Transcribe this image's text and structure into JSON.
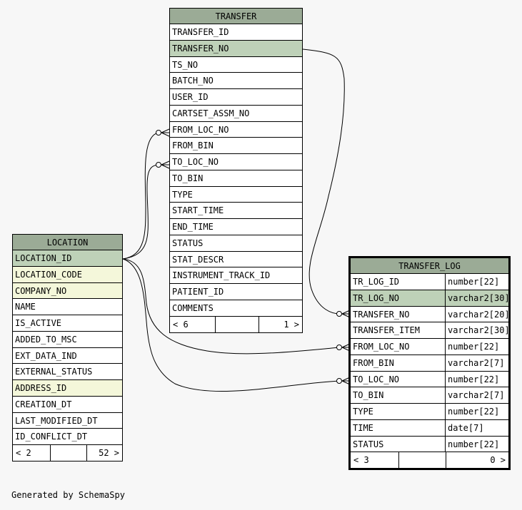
{
  "transfer": {
    "name": "TRANSFER",
    "columns": [
      {
        "name": "TRANSFER_ID"
      },
      {
        "name": "TRANSFER_NO",
        "pk": true
      },
      {
        "name": "TS_NO"
      },
      {
        "name": "BATCH_NO"
      },
      {
        "name": "USER_ID"
      },
      {
        "name": "CARTSET_ASSM_NO"
      },
      {
        "name": "FROM_LOC_NO"
      },
      {
        "name": "FROM_BIN"
      },
      {
        "name": "TO_LOC_NO"
      },
      {
        "name": "TO_BIN"
      },
      {
        "name": "TYPE"
      },
      {
        "name": "START_TIME"
      },
      {
        "name": "END_TIME"
      },
      {
        "name": "STATUS"
      },
      {
        "name": "STAT_DESCR"
      },
      {
        "name": "INSTRUMENT_TRACK_ID"
      },
      {
        "name": "PATIENT_ID"
      },
      {
        "name": "COMMENTS"
      }
    ],
    "footer": {
      "parents": "< 6",
      "middle": "",
      "children": "1 >"
    }
  },
  "location": {
    "name": "LOCATION",
    "columns": [
      {
        "name": "LOCATION_ID",
        "pk": true
      },
      {
        "name": "LOCATION_CODE",
        "indexed": true
      },
      {
        "name": "COMPANY_NO",
        "indexed": true
      },
      {
        "name": "NAME"
      },
      {
        "name": "IS_ACTIVE"
      },
      {
        "name": "ADDED_TO_MSC"
      },
      {
        "name": "EXT_DATA_IND"
      },
      {
        "name": "EXTERNAL_STATUS"
      },
      {
        "name": "ADDRESS_ID",
        "indexed": true
      },
      {
        "name": "CREATION_DT"
      },
      {
        "name": "LAST_MODIFIED_DT"
      },
      {
        "name": "ID_CONFLICT_DT"
      }
    ],
    "footer": {
      "parents": "< 2",
      "middle": "",
      "children": "52 >"
    }
  },
  "transfer_log": {
    "name": "TRANSFER_LOG",
    "columns": [
      {
        "name": "TR_LOG_ID",
        "type": "number[22]"
      },
      {
        "name": "TR_LOG_NO",
        "type": "varchar2[30]",
        "pk": true
      },
      {
        "name": "TRANSFER_NO",
        "type": "varchar2[20]"
      },
      {
        "name": "TRANSFER_ITEM",
        "type": "varchar2[30]"
      },
      {
        "name": "FROM_LOC_NO",
        "type": "number[22]"
      },
      {
        "name": "FROM_BIN",
        "type": "varchar2[7]"
      },
      {
        "name": "TO_LOC_NO",
        "type": "number[22]"
      },
      {
        "name": "TO_BIN",
        "type": "varchar2[7]"
      },
      {
        "name": "TYPE",
        "type": "number[22]"
      },
      {
        "name": "TIME",
        "type": "date[7]"
      },
      {
        "name": "STATUS",
        "type": "number[22]"
      }
    ],
    "footer": {
      "parents": "< 3",
      "middle": "",
      "children": "0 >"
    }
  },
  "relationships": [
    {
      "from": "TRANSFER.TRANSFER_NO",
      "to": "TRANSFER_LOG.TRANSFER_NO"
    },
    {
      "from": "LOCATION.LOCATION_ID",
      "to": "TRANSFER.FROM_LOC_NO"
    },
    {
      "from": "LOCATION.LOCATION_ID",
      "to": "TRANSFER.TO_LOC_NO"
    },
    {
      "from": "LOCATION.LOCATION_ID",
      "to": "TRANSFER_LOG.FROM_LOC_NO"
    },
    {
      "from": "LOCATION.LOCATION_ID",
      "to": "TRANSFER_LOG.TO_LOC_NO"
    }
  ],
  "colors": {
    "header": "#9bab96",
    "primary_key": "#bed1b8",
    "indexed": "#f4f7da",
    "background": "#f7f7f7"
  },
  "footer_text": "Generated by SchemaSpy"
}
